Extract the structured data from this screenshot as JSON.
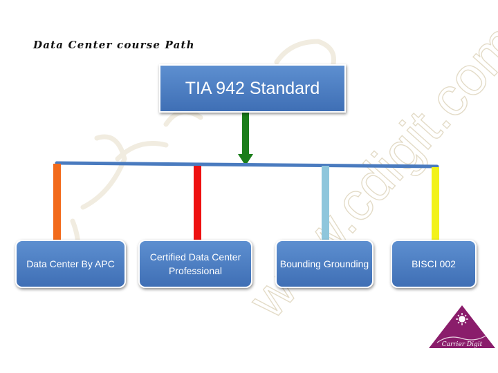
{
  "title": "Data Center course Path",
  "root": {
    "label": "TIA 942 Standard"
  },
  "courses": [
    {
      "label": "Data Center By APC",
      "arrow_color": "#f26a1b"
    },
    {
      "label": "Certified Data Center Professional",
      "arrow_color": "#ee1111"
    },
    {
      "label": "Bounding Grounding",
      "arrow_color": "#8ec6dc"
    },
    {
      "label": "BISCI 002",
      "arrow_color": "#f2f21a"
    }
  ],
  "root_arrow_color": "#1a7d1a",
  "connector_color": "#4a7bbf",
  "watermark": {
    "text": "www.cdigit.com",
    "color": "#cdbf9a"
  },
  "logo": {
    "text": "Carrier Digit",
    "color": "#8a1d6b"
  }
}
